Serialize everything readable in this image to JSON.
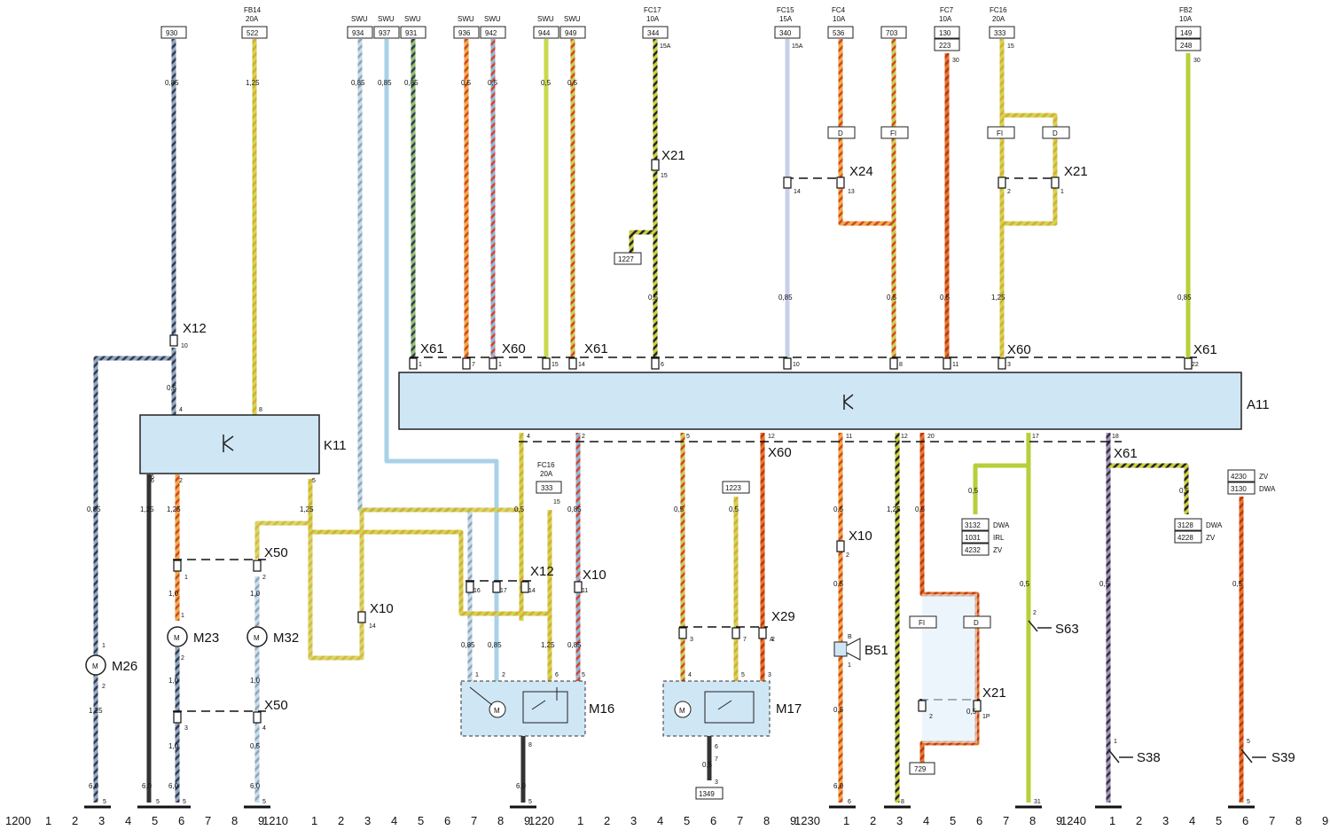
{
  "colors": {
    "paper": "#ffffff",
    "module_fill": "#cfe6f5",
    "wire_grey_blue": "#7f94a6",
    "wire_yellow_green": "#b7cf3a",
    "wire_red": "#d9412b",
    "wire_black": "#222222",
    "wire_orange": "#e07a20",
    "wire_light_blue": "#a9d2e8"
  },
  "header_labels": [
    {
      "id": "fb14",
      "text": "FB14"
    },
    {
      "id": "fb14a",
      "text": "20A"
    },
    {
      "id": "swu1",
      "text": "SWU"
    },
    {
      "id": "swu2",
      "text": "SWU"
    },
    {
      "id": "swu3",
      "text": "SWU"
    },
    {
      "id": "swu4",
      "text": "SWU"
    },
    {
      "id": "swu5",
      "text": "SWU"
    },
    {
      "id": "swu6",
      "text": "SWU"
    },
    {
      "id": "swu7",
      "text": "SWU"
    },
    {
      "id": "fc17",
      "text": "FC17"
    },
    {
      "id": "fc17a",
      "text": "10A"
    },
    {
      "id": "fc15",
      "text": "FC15"
    },
    {
      "id": "fc15a",
      "text": "15A"
    },
    {
      "id": "fc4",
      "text": "FC4"
    },
    {
      "id": "fc4a",
      "text": "10A"
    },
    {
      "id": "fc7",
      "text": "FC7"
    },
    {
      "id": "fc7a",
      "text": "10A"
    },
    {
      "id": "fc16",
      "text": "FC16"
    },
    {
      "id": "fc16a",
      "text": "20A"
    },
    {
      "id": "fb2",
      "text": "FB2"
    },
    {
      "id": "fb2a",
      "text": "10A"
    },
    {
      "id": "fc16b",
      "text": "FC16"
    },
    {
      "id": "fc16ba",
      "text": "20A"
    }
  ],
  "boxes": [
    {
      "id": "b930",
      "text": "930"
    },
    {
      "id": "b522",
      "text": "522"
    },
    {
      "id": "b934",
      "text": "934"
    },
    {
      "id": "b937",
      "text": "937"
    },
    {
      "id": "b931",
      "text": "931"
    },
    {
      "id": "b936",
      "text": "936"
    },
    {
      "id": "b942",
      "text": "942"
    },
    {
      "id": "b944",
      "text": "944"
    },
    {
      "id": "b949",
      "text": "949"
    },
    {
      "id": "b344",
      "text": "344"
    },
    {
      "id": "b340",
      "text": "340"
    },
    {
      "id": "b536",
      "text": "536"
    },
    {
      "id": "b703",
      "text": "703"
    },
    {
      "id": "b130",
      "text": "130"
    },
    {
      "id": "b223",
      "text": "223"
    },
    {
      "id": "b333",
      "text": "333"
    },
    {
      "id": "b149",
      "text": "149"
    },
    {
      "id": "b248",
      "text": "248"
    },
    {
      "id": "b1227",
      "text": "1227"
    },
    {
      "id": "b333b",
      "text": "333"
    },
    {
      "id": "b1223",
      "text": "1223"
    },
    {
      "id": "b1349",
      "text": "1349"
    },
    {
      "id": "b729",
      "text": "729"
    },
    {
      "id": "b3132",
      "text": "3132"
    },
    {
      "id": "b1031",
      "text": "1031"
    },
    {
      "id": "b4232",
      "text": "4232"
    },
    {
      "id": "b3128",
      "text": "3128"
    },
    {
      "id": "b4228",
      "text": "4228"
    },
    {
      "id": "b4230",
      "text": "4230"
    },
    {
      "id": "b3130",
      "text": "3130"
    },
    {
      "id": "fD1",
      "text": "D"
    },
    {
      "id": "fFI1",
      "text": "FI"
    },
    {
      "id": "fFI2",
      "text": "FI"
    },
    {
      "id": "fD2",
      "text": "D"
    },
    {
      "id": "fFI3",
      "text": "FI"
    },
    {
      "id": "fD3",
      "text": "D"
    }
  ],
  "box_side_labels": [
    {
      "id": "s_dwa1",
      "text": "DWA"
    },
    {
      "id": "s_irl",
      "text": "IRL"
    },
    {
      "id": "s_zv1",
      "text": "ZV"
    },
    {
      "id": "s_dwa2",
      "text": "DWA"
    },
    {
      "id": "s_zv2",
      "text": "ZV"
    },
    {
      "id": "s_zv3",
      "text": "ZV"
    },
    {
      "id": "s_dwa3",
      "text": "DWA"
    }
  ],
  "components": [
    {
      "id": "A11",
      "text": "A11"
    },
    {
      "id": "K11",
      "text": "K11"
    },
    {
      "id": "M26",
      "text": "M26"
    },
    {
      "id": "M23",
      "text": "M23"
    },
    {
      "id": "M32",
      "text": "M32"
    },
    {
      "id": "M16",
      "text": "M16"
    },
    {
      "id": "M17",
      "text": "M17"
    },
    {
      "id": "B51",
      "text": "B51"
    },
    {
      "id": "S63",
      "text": "S63"
    },
    {
      "id": "S38",
      "text": "S38"
    },
    {
      "id": "S39",
      "text": "S39"
    }
  ],
  "connectors": [
    {
      "id": "c_x12a",
      "text": "X12"
    },
    {
      "id": "c_x61a",
      "text": "X61"
    },
    {
      "id": "c_x60a",
      "text": "X60"
    },
    {
      "id": "c_x61b",
      "text": "X61"
    },
    {
      "id": "c_x21a",
      "text": "X21"
    },
    {
      "id": "c_x24",
      "text": "X24"
    },
    {
      "id": "c_x21b",
      "text": "X21"
    },
    {
      "id": "c_x60b",
      "text": "X60"
    },
    {
      "id": "c_x61c",
      "text": "X61"
    },
    {
      "id": "c_x60c",
      "text": "X60"
    },
    {
      "id": "c_x61d",
      "text": "X61"
    },
    {
      "id": "c_x50a",
      "text": "X50"
    },
    {
      "id": "c_x50b",
      "text": "X50"
    },
    {
      "id": "c_x10a",
      "text": "X10"
    },
    {
      "id": "c_x12b",
      "text": "X12"
    },
    {
      "id": "c_x10b",
      "text": "X10"
    },
    {
      "id": "c_x29",
      "text": "X29"
    },
    {
      "id": "c_x10c",
      "text": "X10"
    },
    {
      "id": "c_x21c",
      "text": "X21"
    }
  ],
  "wire_sizes": [
    "0,85",
    "1,25",
    "0,85",
    "0,85",
    "0,85",
    "0,5",
    "0,5",
    "0,5",
    "0,5",
    "0,5",
    "0,85",
    "0,5",
    "0,5",
    "1,25",
    "0,85",
    "0,5",
    "0,85",
    "1,25",
    "1,25",
    "1,25",
    "0,5",
    "0,85",
    "0,5",
    "0,5",
    "0,5",
    "1,25",
    "0,5",
    "0,5",
    "0,5",
    "0,5",
    "1,0",
    "1,0",
    "1,0",
    "1,0",
    "1,25",
    "1,0",
    "0,5",
    "0,85",
    "0,85",
    "1,25",
    "0,85",
    "0,5",
    "0,5",
    "0,5",
    "0,5",
    "0,5",
    "0,5",
    "6,0",
    "6,0",
    "6,0",
    "6,0",
    "6,0",
    "6,0"
  ],
  "pins": [
    "10",
    "4",
    "6",
    "8",
    "1",
    "7",
    "1",
    "15",
    "14",
    "6",
    "10",
    "8",
    "11",
    "3",
    "22",
    "15A",
    "15A",
    "30",
    "15",
    "30",
    "15",
    "14",
    "13",
    "2",
    "1",
    "4",
    "2",
    "5",
    "12",
    "11",
    "12",
    "20",
    "17",
    "18",
    "6",
    "2",
    "5",
    "16",
    "17",
    "14",
    "14",
    "11",
    "15",
    "2",
    "1",
    "2",
    "1",
    "2",
    "3",
    "4",
    "1",
    "2",
    "1",
    "2",
    "6",
    "5",
    "4",
    "3",
    "5",
    "6",
    "7",
    "2",
    "3",
    "7",
    "A",
    "B",
    "1",
    "2",
    "1P",
    "2",
    "1",
    "5",
    "5",
    "5",
    "5",
    "5",
    "5",
    "6",
    "8",
    "31",
    "3",
    "8",
    "5"
  ],
  "ruler": {
    "labels": [
      "1200",
      "1210",
      "1220",
      "1230",
      "1240"
    ],
    "digits": [
      "1",
      "2",
      "3",
      "4",
      "5",
      "6",
      "7",
      "8",
      "9"
    ]
  }
}
